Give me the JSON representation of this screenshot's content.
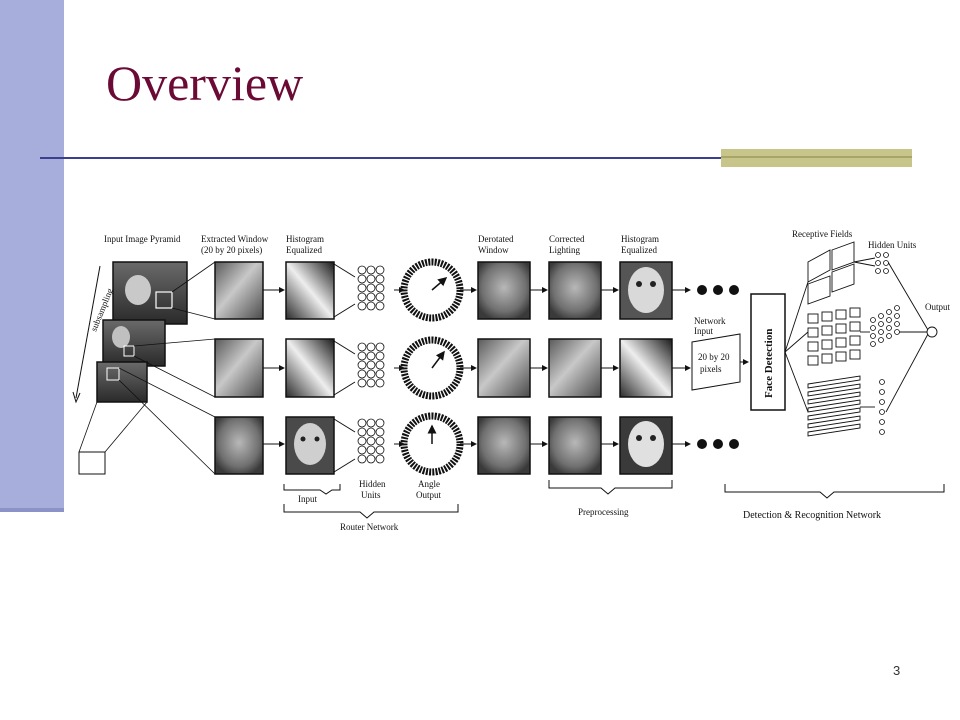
{
  "slide": {
    "title": "Overview",
    "page_number": "3"
  },
  "diagram": {
    "labels": {
      "input_pyramid": "Input Image Pyramid",
      "extracted_1": "Extracted Window",
      "extracted_2": "(20 by 20 pixels)",
      "hist_1": "Histogram",
      "hist_2": "Equalized",
      "derotated_1": "Derotated",
      "derotated_2": "Window",
      "corrected_1": "Corrected",
      "corrected_2": "Lighting",
      "hist2_1": "Histogram",
      "hist2_2": "Equalized",
      "receptive": "Receptive Fields",
      "hidden_units_top": "Hidden Units",
      "output": "Output",
      "subsampling": "subsampling",
      "network_input_1": "Network",
      "network_input_2": "Input",
      "box_1": "20 by 20",
      "box_2": "pixels",
      "face_detection": "Face Detection",
      "input": "Input",
      "hidden_1": "Hidden",
      "hidden_2": "Units",
      "angle_1": "Angle",
      "angle_2": "Output",
      "router": "Router Network",
      "preprocessing": "Preprocessing",
      "detection": "Detection & Recognition Network"
    }
  }
}
